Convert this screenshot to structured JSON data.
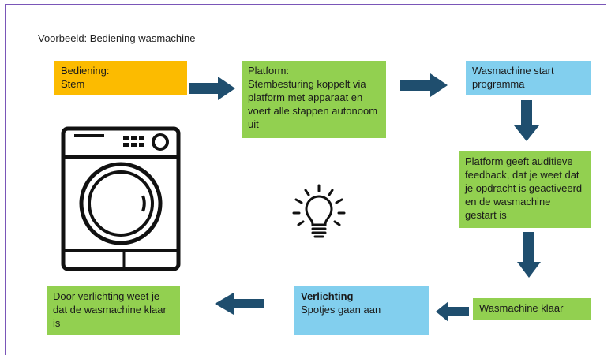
{
  "title": "Voorbeeld:  Bediening wasmachine",
  "boxes": {
    "bediening": {
      "heading": "Bediening:",
      "text": "Stem"
    },
    "platform": {
      "heading": "Platform:",
      "text": "Stembesturing koppelt via platform met apparaat en voert alle stappen autonoom uit"
    },
    "start": {
      "text": "Wasmachine start programma"
    },
    "feedback": {
      "text": "Platform geeft auditieve feedback, dat je weet dat je opdracht is geactiveerd en de wasmachine gestart is"
    },
    "klaar": {
      "text": "Wasmachine klaar"
    },
    "verlichting": {
      "heading": "Verlichting",
      "text": "Spotjes gaan aan"
    },
    "door": {
      "text": "Door verlichting weet je dat de wasmachine klaar is"
    }
  },
  "colors": {
    "orange": "#fcbb00",
    "green": "#92d050",
    "blue": "#82cfee",
    "arrow": "#1f4e6e"
  },
  "icons": [
    "washing-machine-icon",
    "lightbulb-icon"
  ]
}
